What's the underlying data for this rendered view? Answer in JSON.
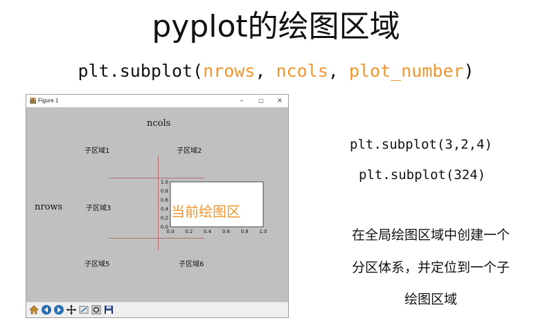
{
  "slide": {
    "title": "pyplot的绘图区域",
    "signature": {
      "func": "plt.subplot(",
      "arg1": "nrows",
      "sep1": ", ",
      "arg2": "ncols",
      "sep2": ", ",
      "arg3": "plot_number",
      "close": ")"
    }
  },
  "window": {
    "title": "Figure 1",
    "controls": [
      "–",
      "□",
      "×"
    ],
    "figure": {
      "ncols_label": "ncols",
      "nrows_label": "nrows",
      "cell_labels": [
        "子区域1",
        "子区域2",
        "子区域3",
        "子区域5",
        "子区域6"
      ],
      "current_label": "当前绘图区",
      "y_ticks": [
        "1.0",
        "0.8",
        "0.6",
        "0.4",
        "0.2",
        "0.0"
      ],
      "x_ticks": [
        "0.0",
        "0.2",
        "0.4",
        "0.6",
        "0.8",
        "1.0"
      ]
    },
    "toolbar_icons": [
      "home-icon",
      "back-icon",
      "forward-icon",
      "pan-icon",
      "zoom-icon",
      "configure-icon",
      "save-icon"
    ]
  },
  "examples": {
    "code1": "plt.subplot(3,2,4)",
    "code2": "plt.subplot(324)"
  },
  "description": [
    "在全局绘图区域中创建一个",
    "分区体系，并定位到一个子",
    "绘图区域"
  ],
  "colors": {
    "accent": "#f0962c",
    "grid_line": "#b86a6a",
    "figure_bg": "#c0c0c0"
  }
}
